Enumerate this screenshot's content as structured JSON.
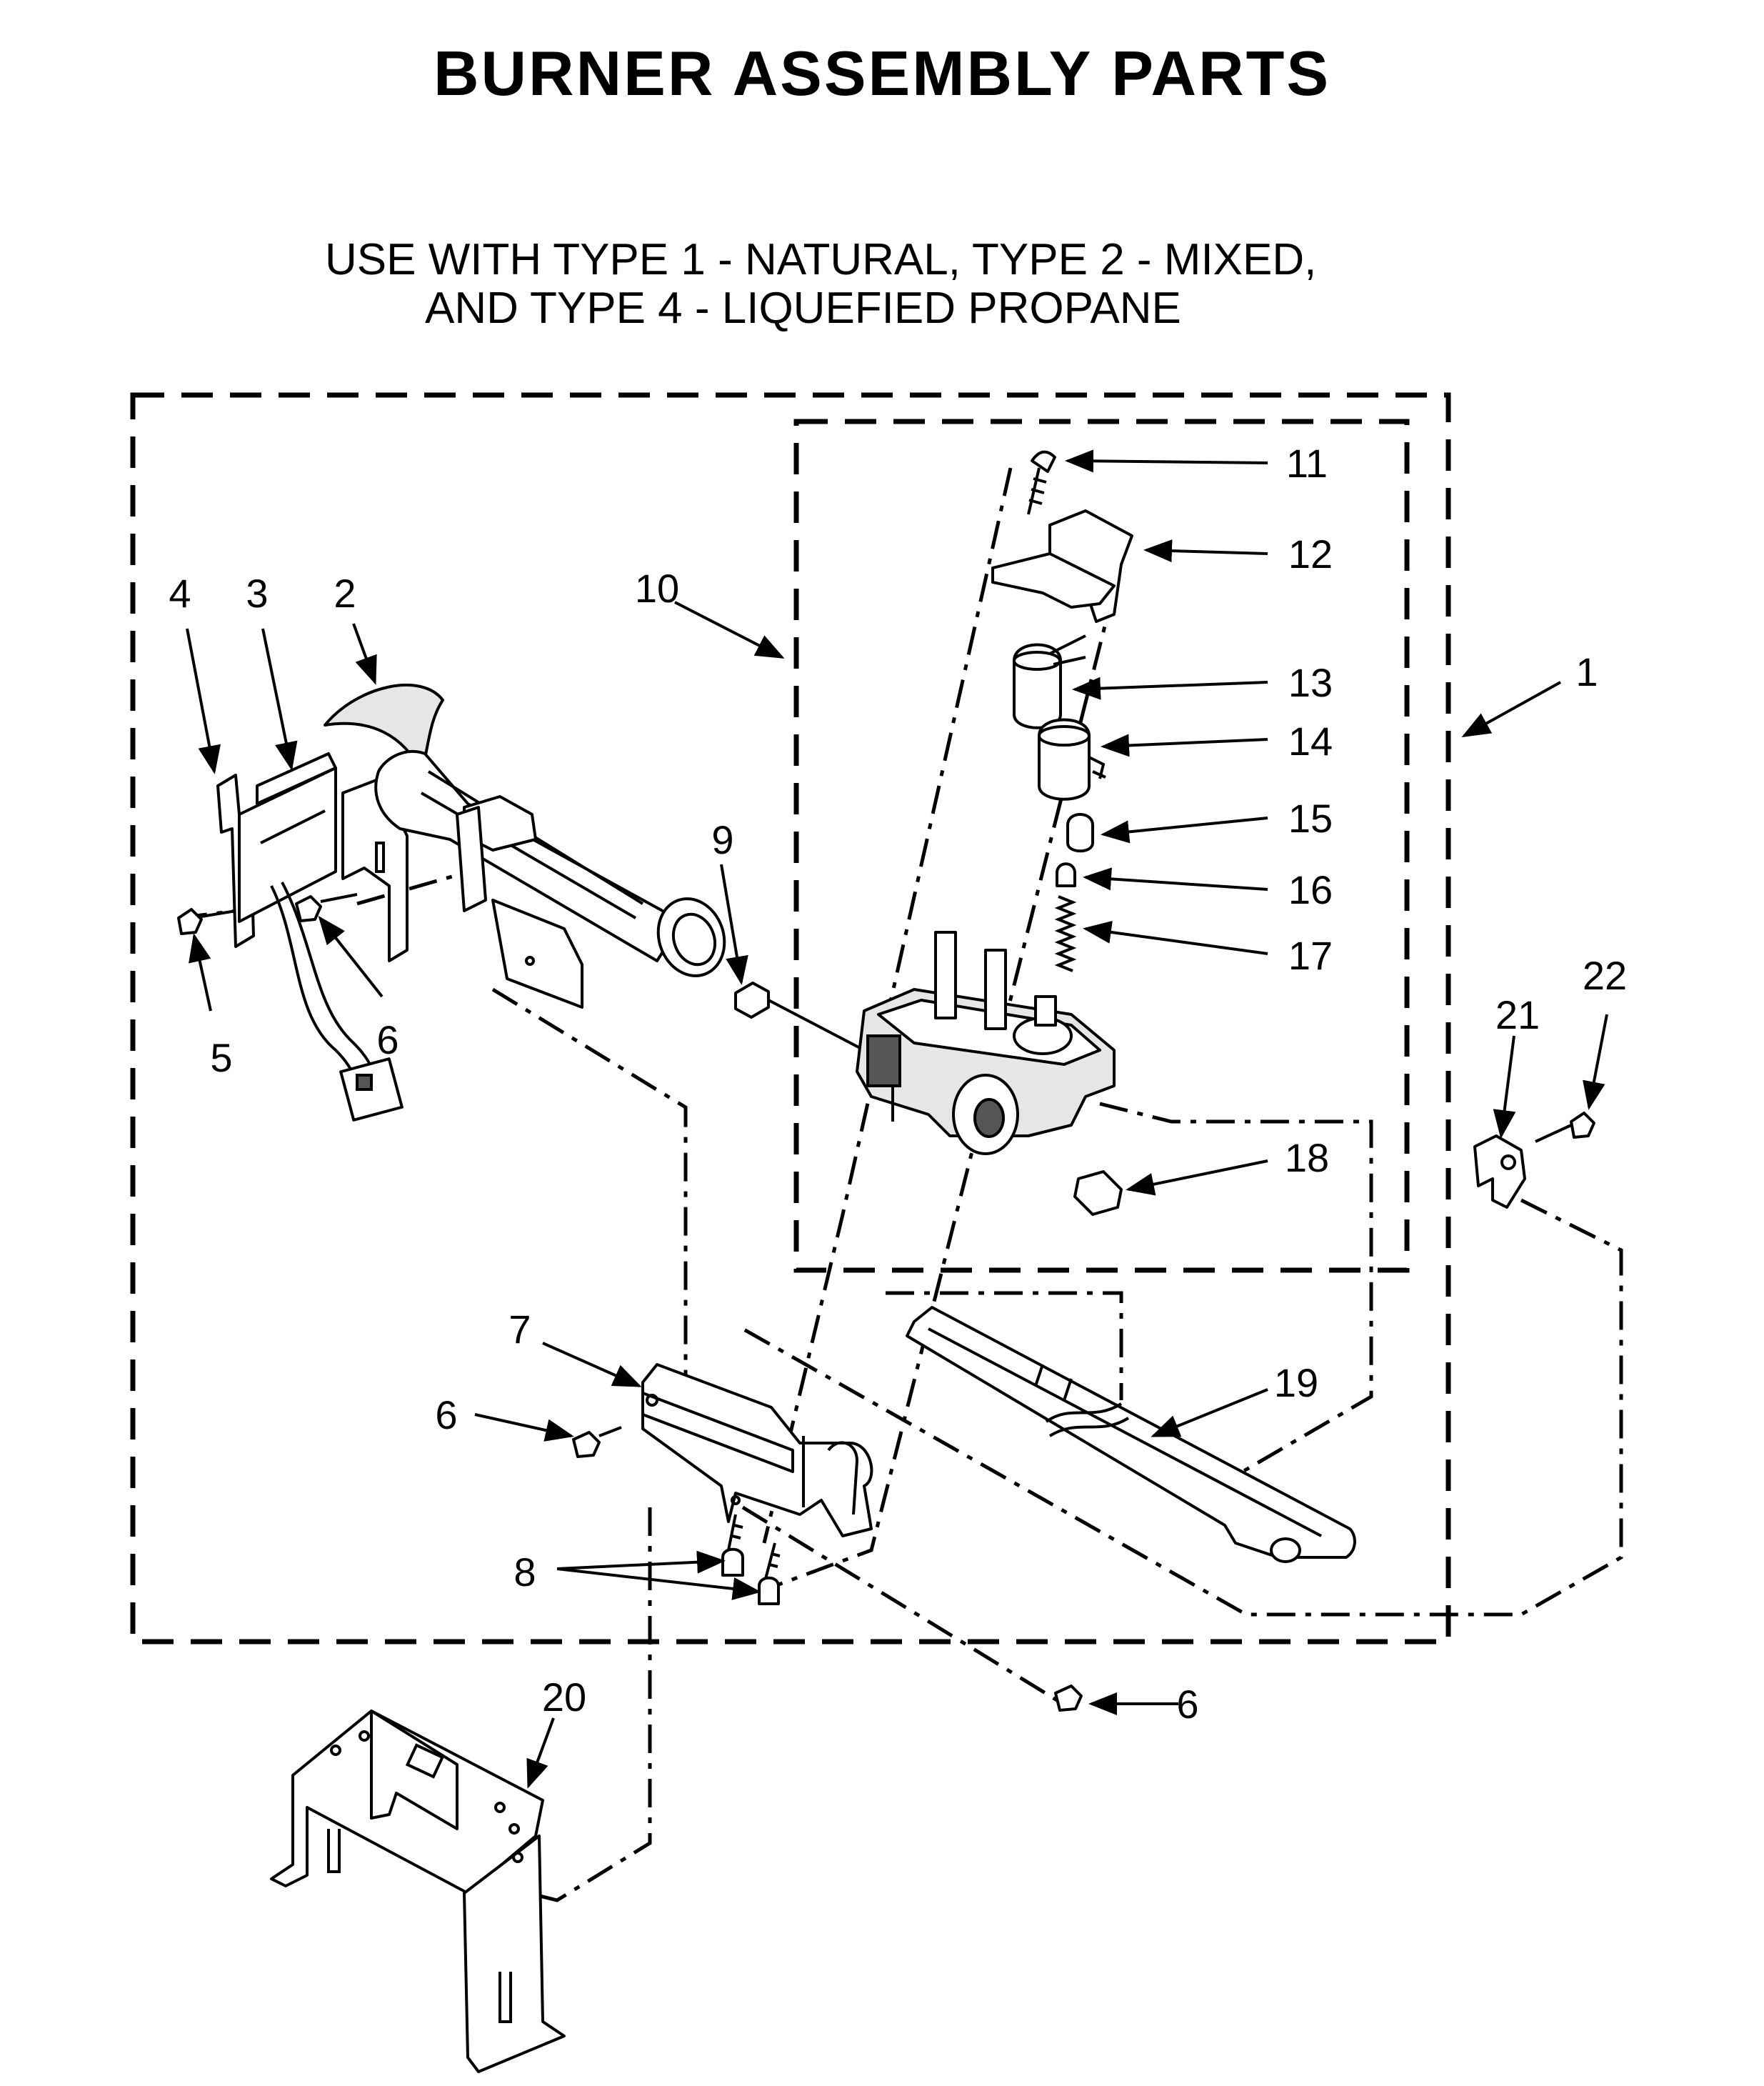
{
  "title": "BURNER ASSEMBLY PARTS",
  "subtitle": {
    "line1": "USE WITH TYPE 1 - NATURAL, TYPE 2 - MIXED,",
    "line2": "AND TYPE 4 - LIQUEFIED PROPANE"
  },
  "callouts": {
    "c1": "1",
    "c2": "2",
    "c3": "3",
    "c4": "4",
    "c5": "5",
    "c6a": "6",
    "c6b": "6",
    "c6c": "6",
    "c7": "7",
    "c8": "8",
    "c9": "9",
    "c10": "10",
    "c11": "11",
    "c12": "12",
    "c13": "13",
    "c14": "14",
    "c15": "15",
    "c16": "16",
    "c17": "17",
    "c18": "18",
    "c19": "19",
    "c20": "20",
    "c21": "21",
    "c22": "22"
  }
}
